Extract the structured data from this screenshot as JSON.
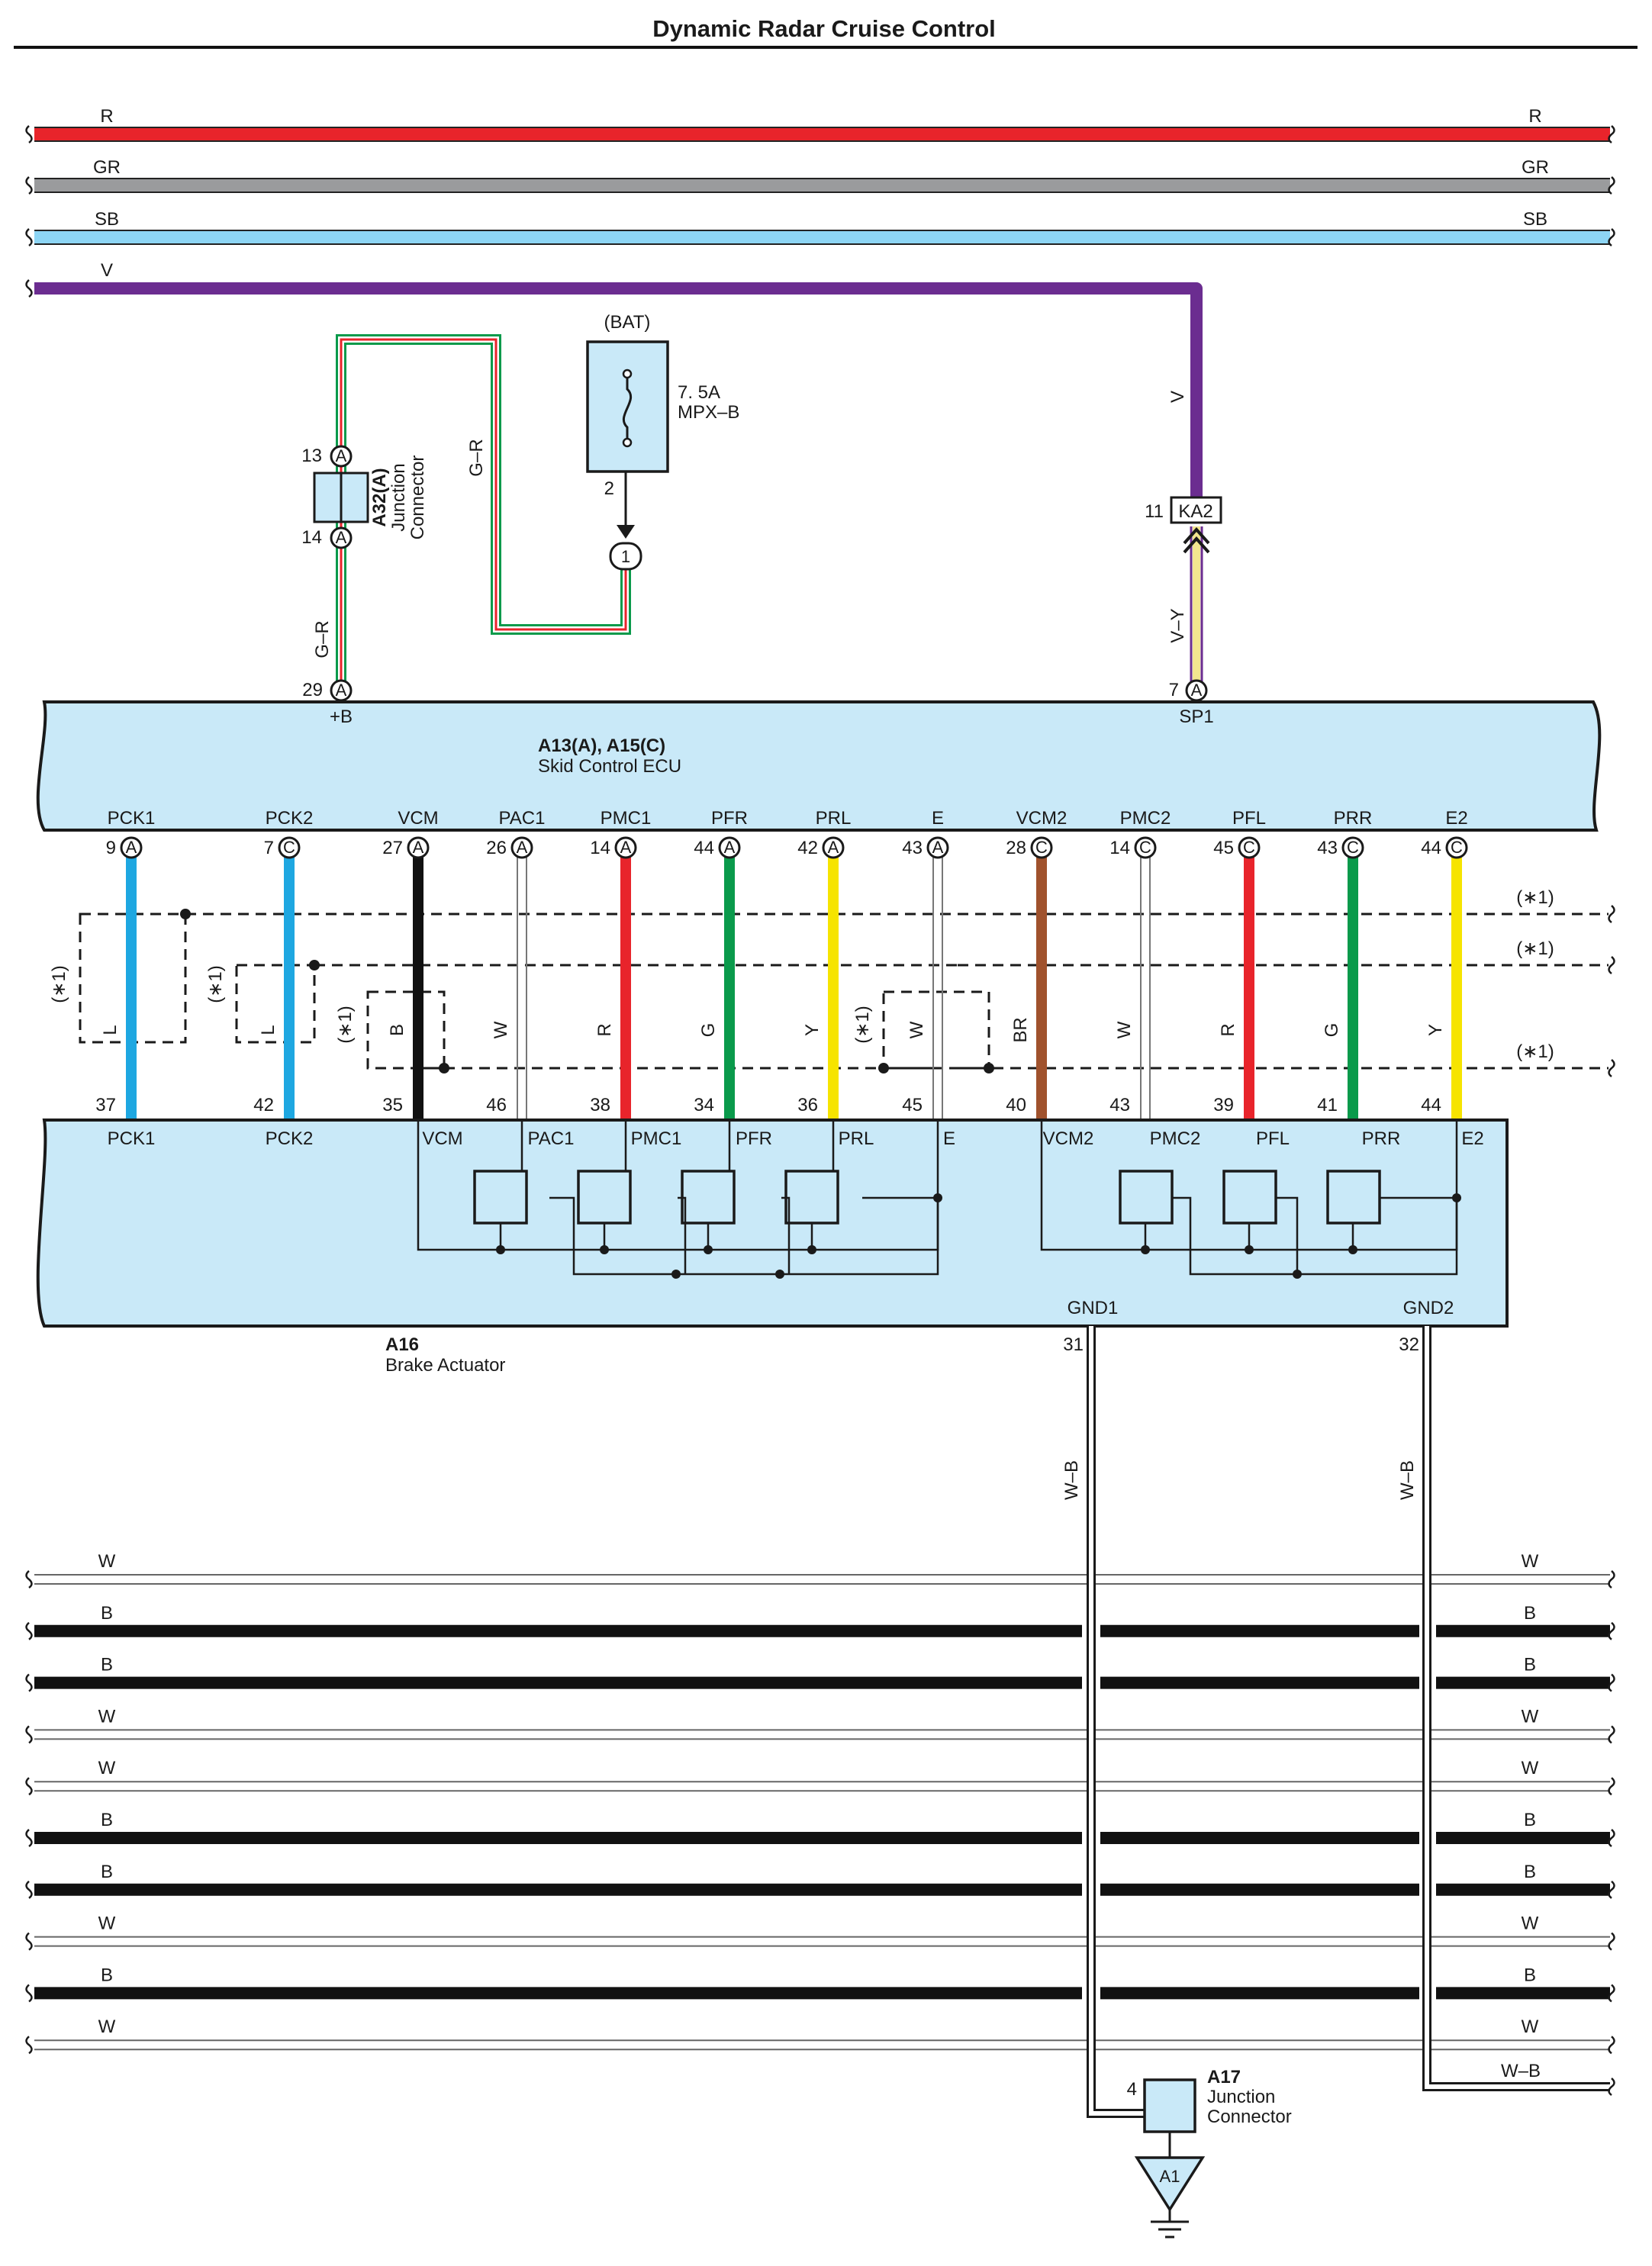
{
  "title": "Dynamic Radar Cruise Control",
  "top_buses": [
    {
      "label": "R",
      "color": "#e8242b"
    },
    {
      "label": "GR",
      "color": "#9a9b9d"
    },
    {
      "label": "SB",
      "color": "#8dd5f4"
    },
    {
      "label": "V",
      "color": "#6b2d90"
    }
  ],
  "fuse": {
    "source": "(BAT)",
    "rating": "7. 5A",
    "name": "MPX–B",
    "pin": "2"
  },
  "splice_top": "1",
  "junction_a32": {
    "code": "A32(A)",
    "line1": "Junction",
    "line2": "Connector",
    "pin_top": "13",
    "pin_bottom": "14",
    "letter": "A"
  },
  "wire_gr": "G–R",
  "wire_v": "V",
  "wire_vy": "V–Y",
  "ka2": {
    "name": "KA2",
    "pin": "11"
  },
  "ecu": {
    "code": "A13(A), A15(C)",
    "name": "Skid Control ECU",
    "top_pins": [
      {
        "num": "29",
        "letter": "A",
        "name": "+B"
      },
      {
        "num": "7",
        "letter": "A",
        "name": "SP1"
      }
    ],
    "pins": [
      {
        "name": "PCK1",
        "num": "9",
        "letter": "A",
        "wire": "L",
        "color": "#1ea7e1",
        "actpin": "37",
        "star": "(∗1)"
      },
      {
        "name": "PCK2",
        "num": "7",
        "letter": "C",
        "wire": "L",
        "color": "#1ea7e1",
        "actpin": "42",
        "star": "(∗1)"
      },
      {
        "name": "VCM",
        "num": "27",
        "letter": "A",
        "wire": "B",
        "color": "#111111",
        "actpin": "35",
        "star": "(∗1)"
      },
      {
        "name": "PAC1",
        "num": "26",
        "letter": "A",
        "wire": "W",
        "color": "#ffffff",
        "actpin": "46",
        "star": ""
      },
      {
        "name": "PMC1",
        "num": "14",
        "letter": "A",
        "wire": "R",
        "color": "#e8242b",
        "actpin": "38",
        "star": ""
      },
      {
        "name": "PFR",
        "num": "44",
        "letter": "A",
        "wire": "G",
        "color": "#0a9a4b",
        "actpin": "34",
        "star": ""
      },
      {
        "name": "PRL",
        "num": "42",
        "letter": "A",
        "wire": "Y",
        "color": "#f6e400",
        "actpin": "36",
        "star": ""
      },
      {
        "name": "E",
        "num": "43",
        "letter": "A",
        "wire": "W",
        "color": "#ffffff",
        "actpin": "45",
        "star": "(∗1)"
      },
      {
        "name": "VCM2",
        "num": "28",
        "letter": "C",
        "wire": "BR",
        "color": "#a0522d",
        "actpin": "40",
        "star": ""
      },
      {
        "name": "PMC2",
        "num": "14",
        "letter": "C",
        "wire": "W",
        "color": "#ffffff",
        "actpin": "43",
        "star": ""
      },
      {
        "name": "PFL",
        "num": "45",
        "letter": "C",
        "wire": "R",
        "color": "#e8242b",
        "actpin": "39",
        "star": ""
      },
      {
        "name": "PRR",
        "num": "43",
        "letter": "C",
        "wire": "G",
        "color": "#0a9a4b",
        "actpin": "41",
        "star": ""
      },
      {
        "name": "E2",
        "num": "44",
        "letter": "C",
        "wire": "Y",
        "color": "#f6e400",
        "actpin": "44",
        "star": ""
      }
    ],
    "right_star": "(∗1)"
  },
  "actuator": {
    "code": "A16",
    "name": "Brake Actuator",
    "labels": [
      "PCK1",
      "PCK2",
      "VCM",
      "PAC1",
      "PMC1",
      "PFR",
      "PRL",
      "E",
      "VCM2",
      "PMC2",
      "PFL",
      "PRR",
      "E2"
    ],
    "gnd1": {
      "name": "GND1",
      "pin": "31"
    },
    "gnd2": {
      "name": "GND2",
      "pin": "32"
    }
  },
  "wire_wb": "W–B",
  "bottom_buses": [
    "W",
    "B",
    "B",
    "W",
    "W",
    "B",
    "B",
    "W",
    "B",
    "W"
  ],
  "junction_a17": {
    "code": "A17",
    "line1": "Junction",
    "line2": "Connector",
    "pin": "4"
  },
  "ground": "A1",
  "colors": {
    "ecu_fill": "#c9e9f8",
    "frame": "#1a1a1a"
  }
}
